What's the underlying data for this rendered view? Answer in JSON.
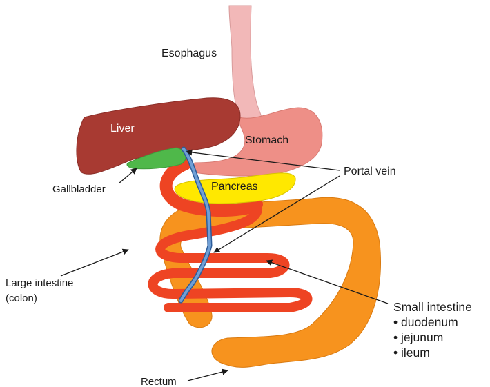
{
  "organs": {
    "esophagus": "Esophagus",
    "liver": "Liver",
    "stomach": "Stomach",
    "pancreas": "Pancreas",
    "portal_vein": "Portal vein",
    "gallbladder": "Gallbladder",
    "large_intestine_line1": "Large intestine",
    "large_intestine_line2": "(colon)",
    "small_intestine": "Small intestine",
    "small_intestine_parts": [
      "• duodenum",
      "• jejunum",
      "• ileum"
    ],
    "rectum": "Rectum"
  },
  "colors": {
    "esophagus": "#f2b8b8",
    "stomach": "#ee8f87",
    "liver": "#a83a32",
    "gallbladder": "#4fb84a",
    "pancreas": "#ffe800",
    "colon": "#f7931e",
    "small_intestine": "#ee4423",
    "portal_vein": "#4a7ab5"
  }
}
